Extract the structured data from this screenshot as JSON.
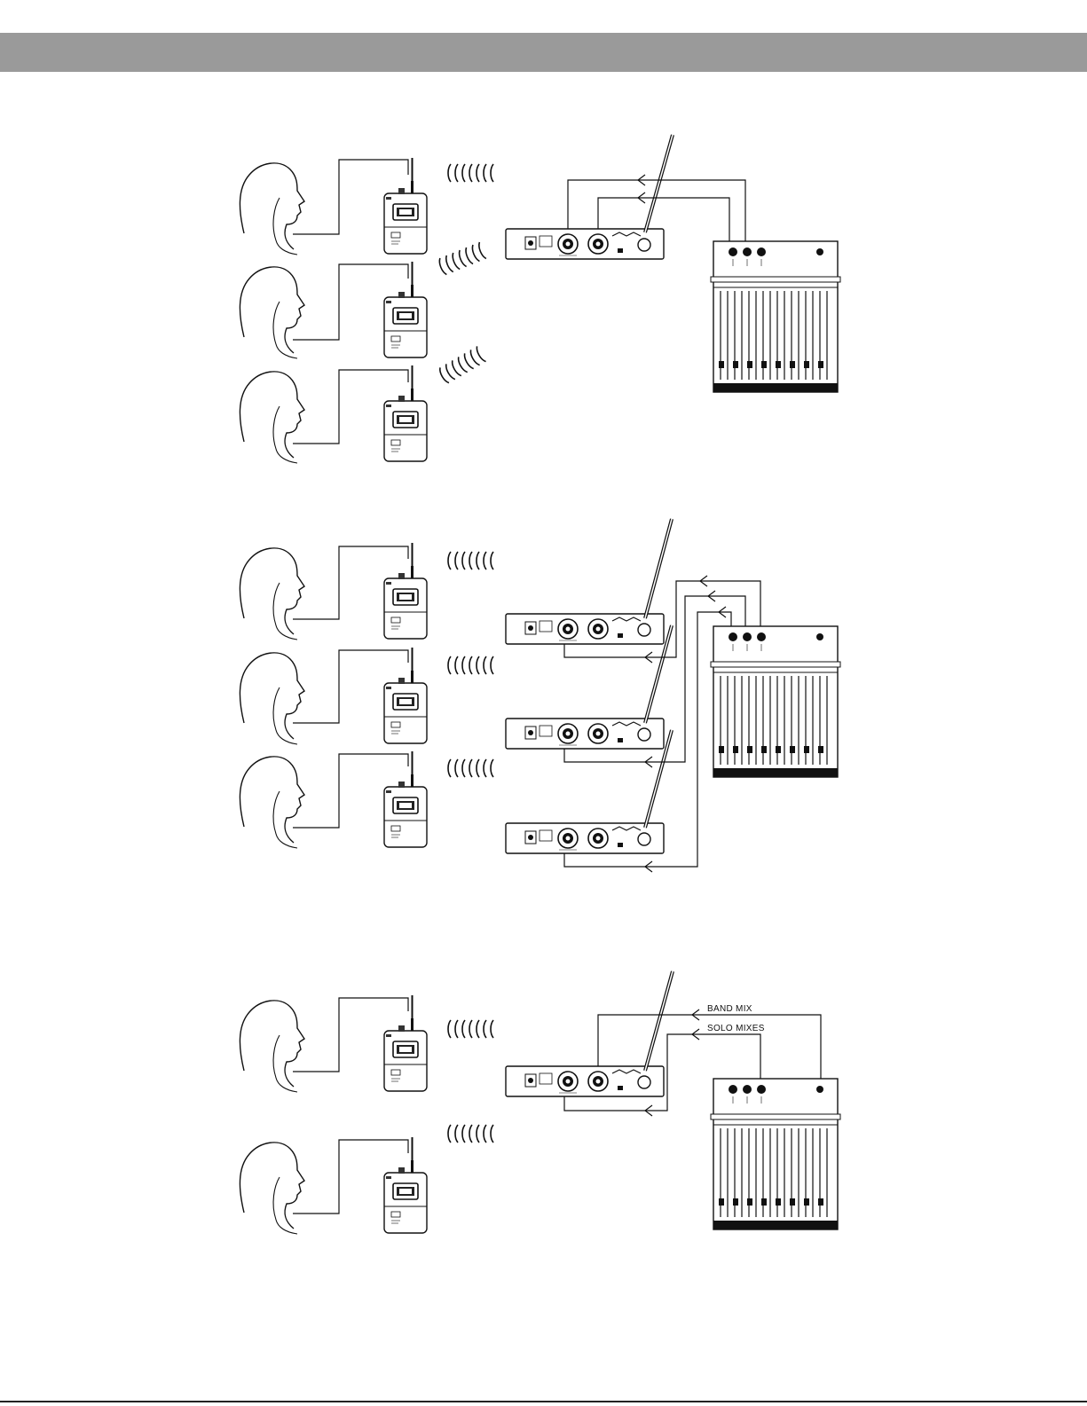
{
  "page": {
    "header_color": "#9a9a9a",
    "ink_color": "#111111"
  },
  "diagrams": [
    {
      "id": "setup-1",
      "performers": 3,
      "transmitters": 1,
      "labels": []
    },
    {
      "id": "setup-2",
      "performers": 3,
      "transmitters": 3,
      "labels": []
    },
    {
      "id": "setup-3",
      "performers": 2,
      "transmitters": 1,
      "labels": {
        "band_mix": "BAND MIX",
        "solo_mixes": "SOLO MIXES"
      }
    }
  ]
}
